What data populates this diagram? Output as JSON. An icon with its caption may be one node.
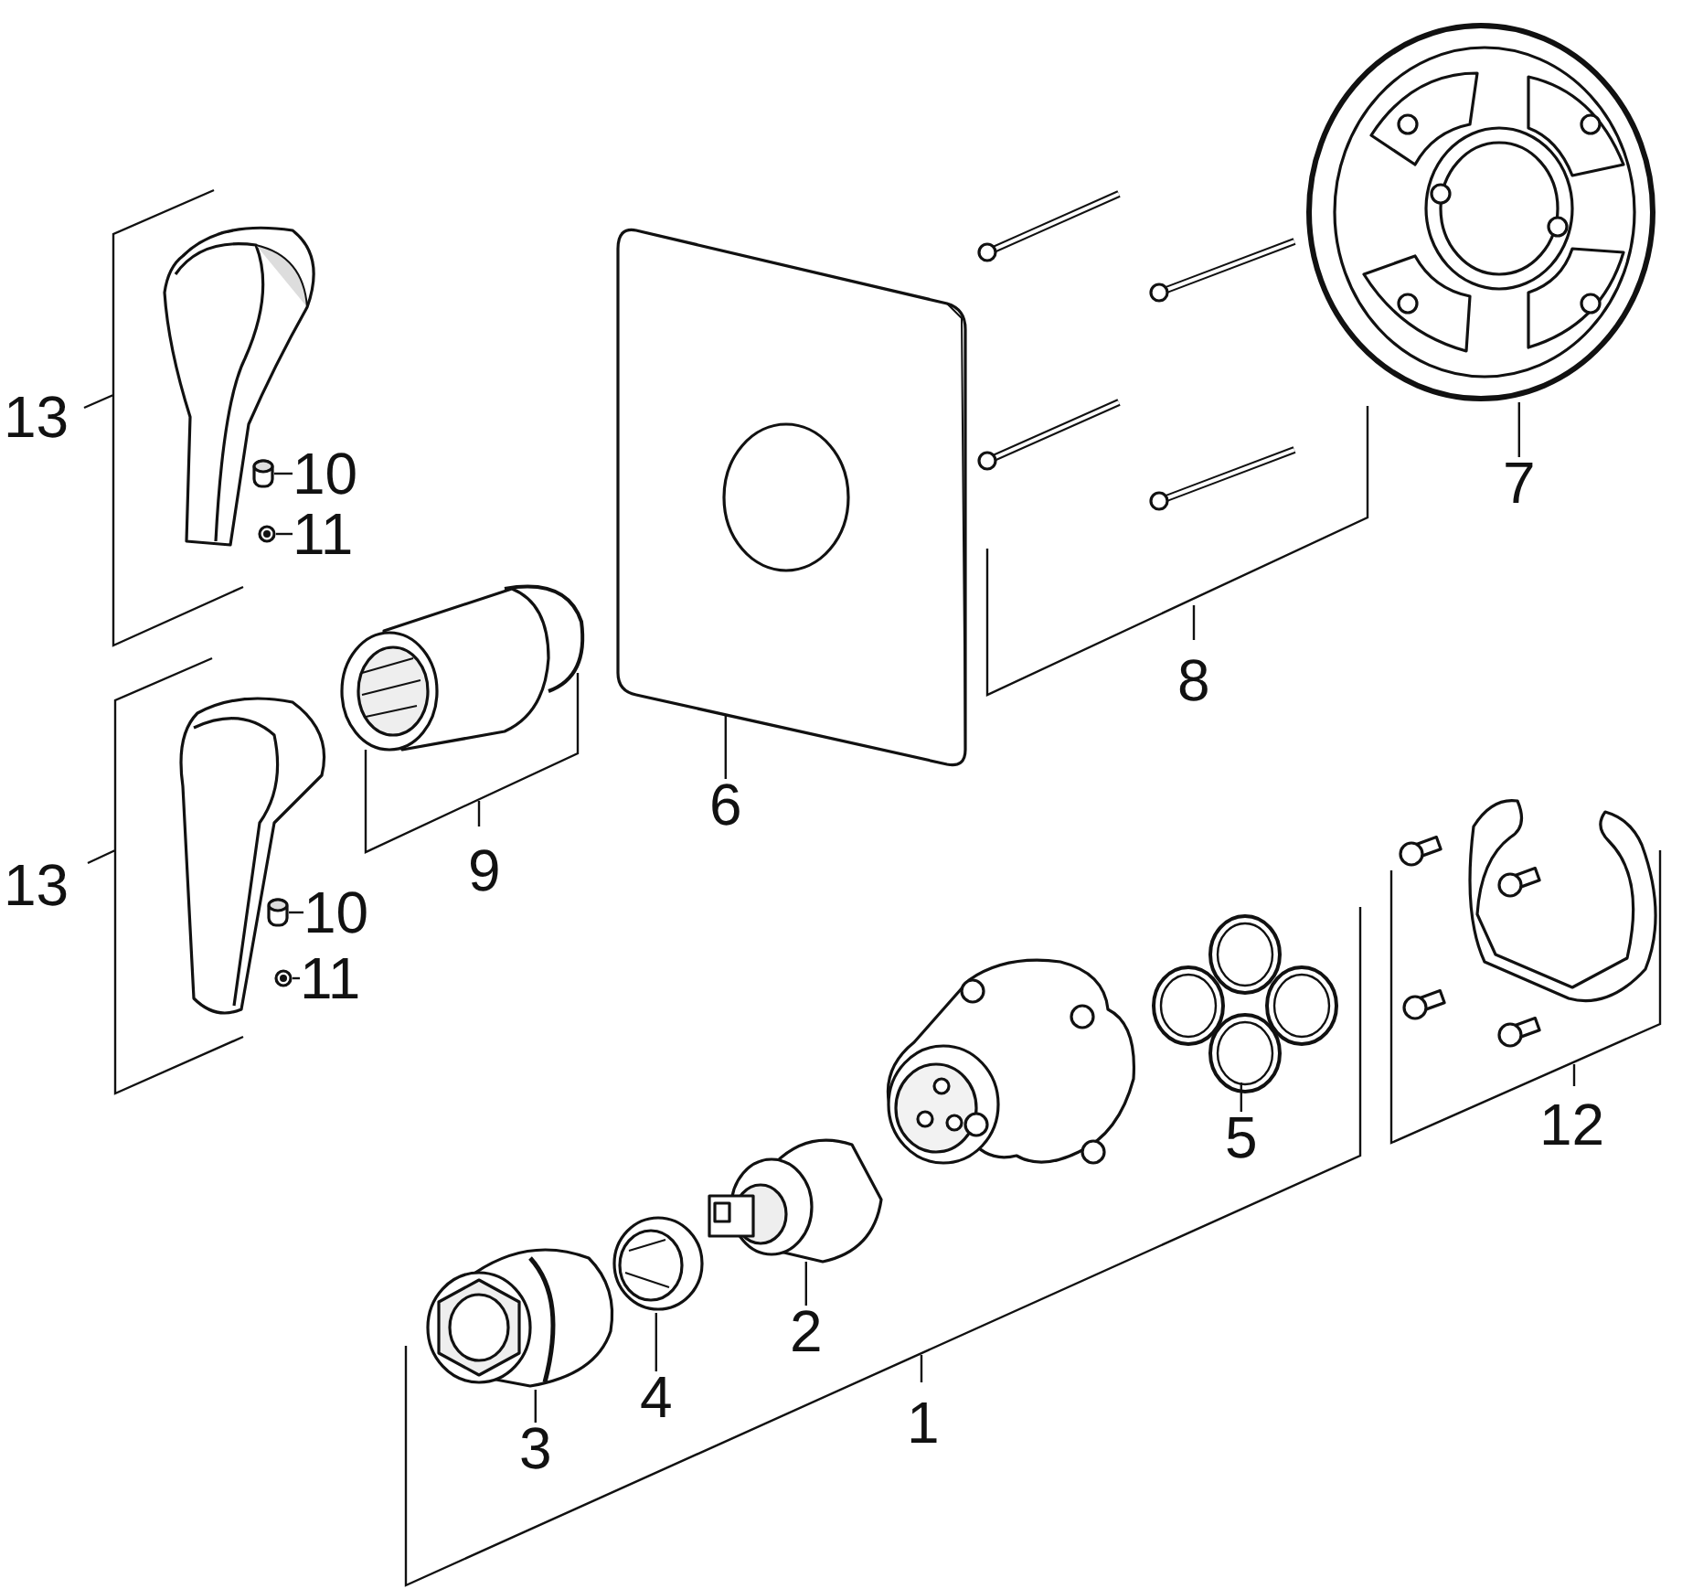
{
  "diagram": {
    "nodes": [
      {
        "text": [
          "10"
        ]
      },
      {
        "text": [],
        "shape": "picture"
      },
      {
        "text": [
          "11"
        ]
      },
      {
        "text": [],
        "shape": "picture"
      },
      {
        "text": [
          "10"
        ]
      },
      {
        "text": [],
        "shape": "picture"
      },
      {
        "text": [
          "11"
        ]
      },
      {
        "text": [],
        "shape": "picture"
      },
      {
        "text": [],
        "shape": "picture"
      },
      {
        "text": [
          "6"
        ]
      },
      {
        "text": [],
        "shape": "picture"
      },
      {
        "text": [
          "7"
        ]
      },
      {
        "text": [],
        "shape": "picture"
      },
      {
        "text": [
          "2"
        ]
      },
      {
        "text": [],
        "shape": "picture"
      },
      {
        "text": [
          "3"
        ]
      },
      {
        "text": [],
        "shape": "picture"
      },
      {
        "text": [
          "4"
        ]
      },
      {
        "text": [],
        "shape": "picture"
      },
      {
        "text": [
          "5"
        ]
      }
    ],
    "edges": [
      {
        "from": 0,
        "to": 1,
        "arrow": "none"
      },
      {
        "from": 2,
        "to": 3,
        "arrow": "none"
      },
      {
        "from": 4,
        "to": 5,
        "arrow": "none"
      },
      {
        "from": 6,
        "to": 7,
        "arrow": "none"
      },
      {
        "from": 9,
        "to": 8,
        "arrow": "none"
      },
      {
        "from": 11,
        "to": 10,
        "arrow": "none"
      },
      {
        "from": 13,
        "to": 12,
        "arrow": "none"
      },
      {
        "from": 15,
        "to": 14,
        "arrow": "none"
      },
      {
        "from": 17,
        "to": 16,
        "arrow": "none"
      },
      {
        "from": 19,
        "to": 18,
        "arrow": "none"
      }
    ],
    "labels": [
      "13",
      "8",
      "9",
      "13",
      "12",
      "1"
    ]
  }
}
